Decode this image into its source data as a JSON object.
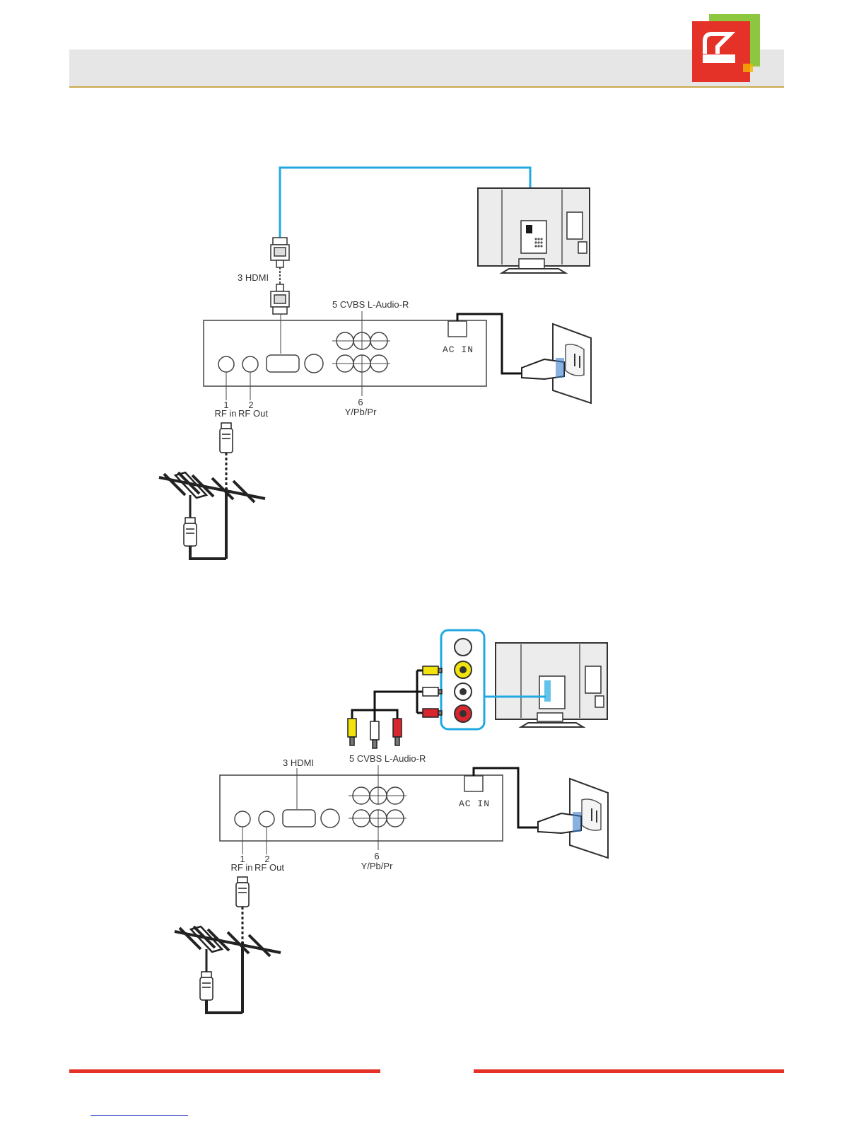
{
  "brand": {
    "logo_icon": "ecg-logo-icon",
    "accent": "#e53228",
    "logo_green": "#8dc63f"
  },
  "diagram_hdmi": {
    "hdmi_label": "3 HDMI",
    "cvbs_label": "5  CVBS L-Audio-R",
    "ac_in_label": "AC  IN",
    "rf_in_number": "1",
    "rf_in_label": "RF in",
    "rf_out_number": "2",
    "rf_out_label": "RF Out",
    "ypbpr_number": "6",
    "ypbpr_label": "Y/Pb/Pr",
    "cable_color": "#22a9e0"
  },
  "diagram_av": {
    "hdmi_label": "3 HDMI",
    "cvbs_label": "5  CVBS L-Audio-R",
    "ac_in_label": "AC  IN",
    "rf_in_number": "1",
    "rf_in_label": "RF in",
    "rf_out_number": "2",
    "rf_out_label": "RF Out",
    "ypbpr_number": "6",
    "ypbpr_label": "Y/Pb/Pr",
    "plug_colors": [
      "#f2e30c",
      "#ffffff",
      "#d8262e"
    ]
  }
}
